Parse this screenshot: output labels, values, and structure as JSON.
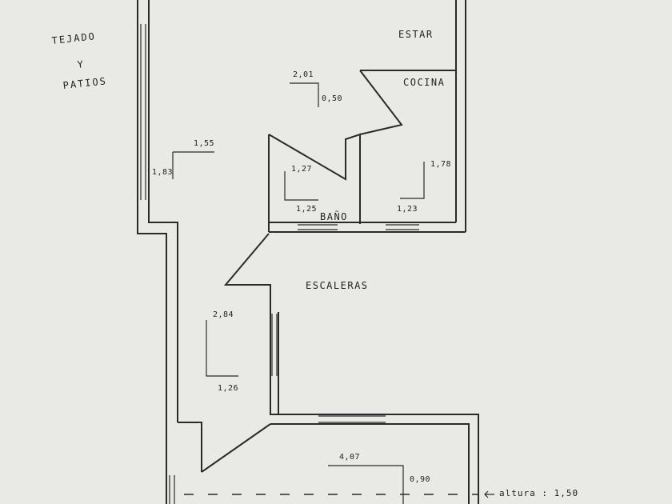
{
  "side_note": {
    "line1": "TEJADO",
    "line2": "Y",
    "line3": "PATIOS"
  },
  "rooms": {
    "estar": "ESTAR",
    "cocina": "COCINA",
    "bano": "BAÑO",
    "escaleras": "ESCALERAS"
  },
  "dimensions": {
    "d_2_01": "2,01",
    "d_0_50": "0,50",
    "d_1_55": "1,55",
    "d_1_83": "1,83",
    "d_1_27": "1,27",
    "d_1_25": "1,25",
    "d_1_78": "1,78",
    "d_1_23": "1,23",
    "d_2_84": "2,84",
    "d_1_26": "1,26",
    "d_4_07": "4,07",
    "d_0_90": "0,90"
  },
  "height_note": "altura : 1,50",
  "colors": {
    "line": "#2a2a2a",
    "paper": "#e9e9e6"
  }
}
